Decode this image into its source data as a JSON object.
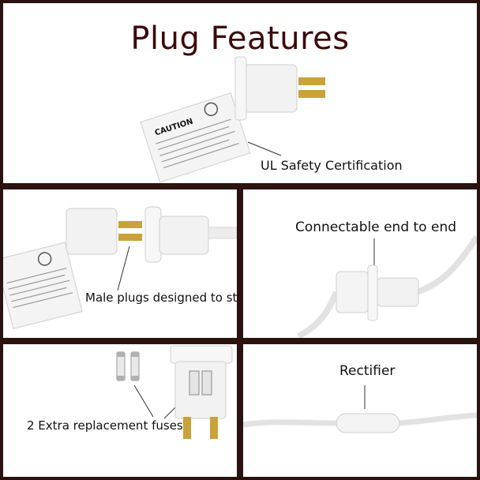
{
  "title": "Plug Features",
  "captions": {
    "ul": "UL Safety Certification",
    "stack": "Male plugs designed to stack",
    "connect": "Connectable end to end",
    "fuses": "2 Extra replacement fuses",
    "rectifier": "Rectifier"
  },
  "tag_text": {
    "caution": "CAUTION"
  },
  "colors": {
    "border": "#2a1210",
    "title": "#3b0a0a",
    "brass": "#c9a23a"
  }
}
